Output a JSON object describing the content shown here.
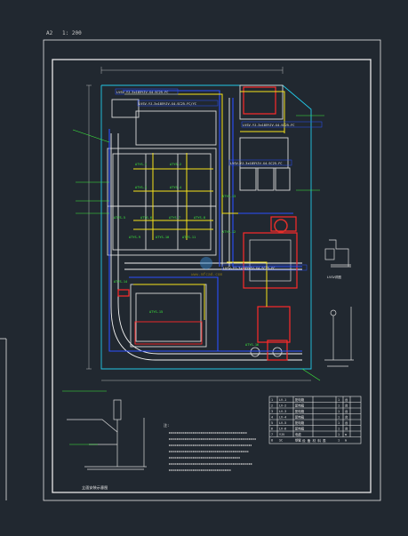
{
  "viewport": {
    "scale_label": "A2   1: 200"
  },
  "colors": {
    "background": "#212830",
    "frame": "#e8e8e8",
    "site_boundary": "#22c7e6",
    "road": "#f2f2f2",
    "building": "#d9d9d9",
    "red_zone": "#ff2a2a",
    "cable_yellow": "#f7e31a",
    "cable_blue": "#2b4fff",
    "label_green": "#3df03d",
    "tank_red": "#e0302a",
    "dim_line": "#b8b8b8"
  },
  "plan": {
    "cable_labels": [
      "LVSV-YJ-3x185YJV-X4-SC25-FC",
      "LVSV-YJ-3x185YJV-X4-SC25-FC/YC",
      "LVSV-YJ-3x185YJV-X4-SC25-FC",
      "LVSV-YJ-3x185YJV-X4-SC25-FC",
      "LVSV-YJ-3x185YJV-X4-SC25-FC"
    ],
    "box_labels": [
      "ATYS-1",
      "ATYS-2",
      "ATYS-3",
      "ATYS-4",
      "ATYS-5",
      "ATYS-6",
      "ATYS-7",
      "ATYS-8",
      "ATYS-9",
      "ATYS-10",
      "ATYS-11",
      "ATYS-12",
      "ATYS-13",
      "ATYS-14",
      "ATYS-15",
      "ATYS-16"
    ],
    "watermark": "www.mfcad.com"
  },
  "detail_title": "LVSV详图",
  "notes_heading": "注:",
  "legend": {
    "title": "设 备 材 料 表",
    "rows": [
      [
        "1",
        "LV-1",
        "配电箱",
        "",
        "1",
        "台"
      ],
      [
        "2",
        "LV-2",
        "配电箱",
        "",
        "1",
        "台"
      ],
      [
        "3",
        "LV-3",
        "配电箱",
        "",
        "1",
        "台"
      ],
      [
        "4",
        "LV-4",
        "配电箱",
        "",
        "1",
        "台"
      ],
      [
        "5",
        "LV-5",
        "配电箱",
        "",
        "1",
        "台"
      ],
      [
        "6",
        "LV-6",
        "配电箱",
        "",
        "1",
        "台"
      ],
      [
        "7",
        "YJV",
        "电缆",
        "",
        "1",
        "m"
      ],
      [
        "8",
        "SC",
        "钢管",
        "",
        "1",
        "m"
      ]
    ]
  },
  "elevation_title": "立面安装示意图"
}
